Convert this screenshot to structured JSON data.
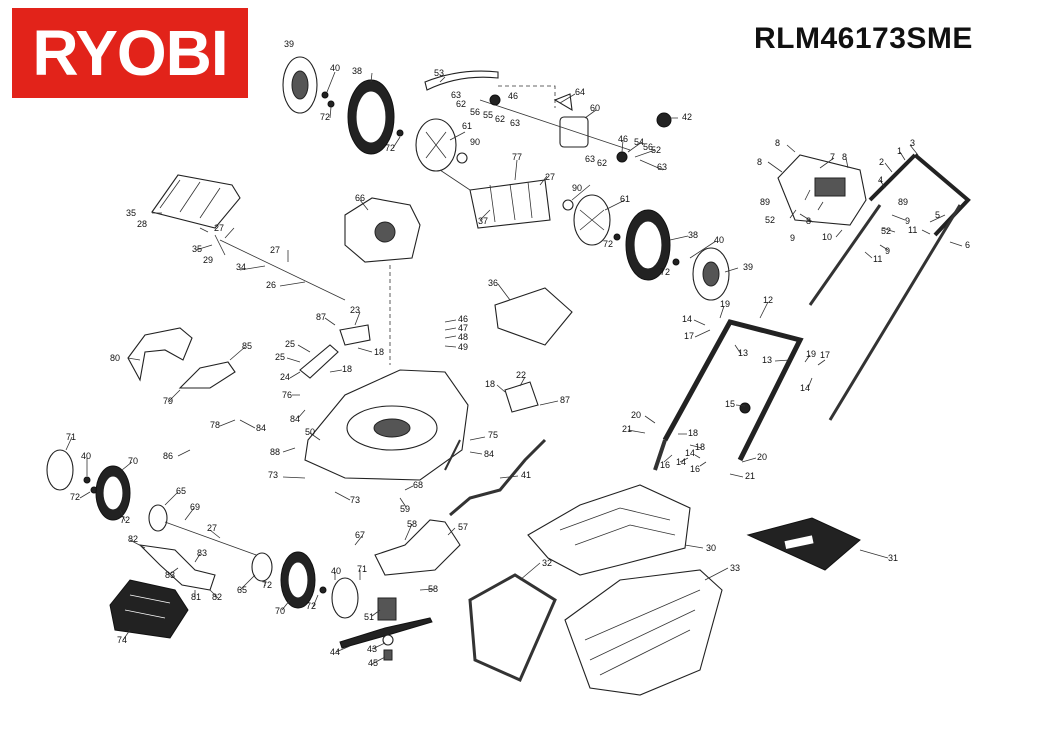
{
  "brand": {
    "logo": "RYOBI",
    "color": "#e2231a"
  },
  "model": "RLM46173SME",
  "callouts": [
    {
      "id": "39",
      "n": "39"
    },
    {
      "id": "40a",
      "n": "40"
    },
    {
      "id": "38a",
      "n": "38"
    },
    {
      "id": "72a",
      "n": "72"
    },
    {
      "id": "72b",
      "n": "72"
    },
    {
      "id": "53",
      "n": "53"
    },
    {
      "id": "63a",
      "n": "63"
    },
    {
      "id": "62a",
      "n": "62"
    },
    {
      "id": "56a",
      "n": "56"
    },
    {
      "id": "55",
      "n": "55"
    },
    {
      "id": "46a",
      "n": "46"
    },
    {
      "id": "62b",
      "n": "62"
    },
    {
      "id": "63b",
      "n": "63"
    },
    {
      "id": "64",
      "n": "64"
    },
    {
      "id": "60",
      "n": "60"
    },
    {
      "id": "42",
      "n": "42"
    },
    {
      "id": "61a",
      "n": "61"
    },
    {
      "id": "90a",
      "n": "90"
    },
    {
      "id": "77",
      "n": "77"
    },
    {
      "id": "27a",
      "n": "27"
    },
    {
      "id": "37",
      "n": "37"
    },
    {
      "id": "46b",
      "n": "46"
    },
    {
      "id": "54",
      "n": "54"
    },
    {
      "id": "56b",
      "n": "56"
    },
    {
      "id": "52a",
      "n": "52"
    },
    {
      "id": "63c",
      "n": "63"
    },
    {
      "id": "63d",
      "n": "63"
    },
    {
      "id": "62c",
      "n": "62"
    },
    {
      "id": "90b",
      "n": "90"
    },
    {
      "id": "61b",
      "n": "61"
    },
    {
      "id": "72c",
      "n": "72"
    },
    {
      "id": "38b",
      "n": "38"
    },
    {
      "id": "40b",
      "n": "40"
    },
    {
      "id": "72d",
      "n": "72"
    },
    {
      "id": "39b",
      "n": "39"
    },
    {
      "id": "35a",
      "n": "35"
    },
    {
      "id": "28",
      "n": "28"
    },
    {
      "id": "27b",
      "n": "27"
    },
    {
      "id": "35b",
      "n": "35"
    },
    {
      "id": "29",
      "n": "29"
    },
    {
      "id": "27c",
      "n": "27"
    },
    {
      "id": "34",
      "n": "34"
    },
    {
      "id": "26",
      "n": "26"
    },
    {
      "id": "66",
      "n": "66"
    },
    {
      "id": "36",
      "n": "36"
    },
    {
      "id": "8a",
      "n": "8"
    },
    {
      "id": "7",
      "n": "7"
    },
    {
      "id": "8b",
      "n": "8"
    },
    {
      "id": "8c",
      "n": "8"
    },
    {
      "id": "3",
      "n": "3"
    },
    {
      "id": "1",
      "n": "1"
    },
    {
      "id": "2",
      "n": "2"
    },
    {
      "id": "4",
      "n": "4"
    },
    {
      "id": "89a",
      "n": "89"
    },
    {
      "id": "89b",
      "n": "89"
    },
    {
      "id": "52b",
      "n": "52"
    },
    {
      "id": "9a",
      "n": "9"
    },
    {
      "id": "8d",
      "n": "8"
    },
    {
      "id": "10",
      "n": "10"
    },
    {
      "id": "5",
      "n": "5"
    },
    {
      "id": "9b",
      "n": "9"
    },
    {
      "id": "52c",
      "n": "52"
    },
    {
      "id": "9c",
      "n": "9"
    },
    {
      "id": "11a",
      "n": "11"
    },
    {
      "id": "6",
      "n": "6"
    },
    {
      "id": "11b",
      "n": "11"
    },
    {
      "id": "12",
      "n": "12"
    },
    {
      "id": "19a",
      "n": "19"
    },
    {
      "id": "14a",
      "n": "14"
    },
    {
      "id": "17a",
      "n": "17"
    },
    {
      "id": "13a",
      "n": "13"
    },
    {
      "id": "13b",
      "n": "13"
    },
    {
      "id": "19b",
      "n": "19"
    },
    {
      "id": "17b",
      "n": "17"
    },
    {
      "id": "14b",
      "n": "14"
    },
    {
      "id": "15",
      "n": "15"
    },
    {
      "id": "20a",
      "n": "20"
    },
    {
      "id": "21a",
      "n": "21"
    },
    {
      "id": "18a",
      "n": "18"
    },
    {
      "id": "18b",
      "n": "18"
    },
    {
      "id": "16a",
      "n": "16"
    },
    {
      "id": "14c",
      "n": "14"
    },
    {
      "id": "14d",
      "n": "14"
    },
    {
      "id": "16b",
      "n": "16"
    },
    {
      "id": "20b",
      "n": "20"
    },
    {
      "id": "21b",
      "n": "21"
    },
    {
      "id": "87a",
      "n": "87"
    },
    {
      "id": "23",
      "n": "23"
    },
    {
      "id": "25a",
      "n": "25"
    },
    {
      "id": "18c",
      "n": "18"
    },
    {
      "id": "25b",
      "n": "25"
    },
    {
      "id": "18d",
      "n": "18"
    },
    {
      "id": "24",
      "n": "24"
    },
    {
      "id": "85",
      "n": "85"
    },
    {
      "id": "80",
      "n": "80"
    },
    {
      "id": "79",
      "n": "79"
    },
    {
      "id": "76",
      "n": "76"
    },
    {
      "id": "84a",
      "n": "84"
    },
    {
      "id": "78",
      "n": "78"
    },
    {
      "id": "84b",
      "n": "84"
    },
    {
      "id": "46c",
      "n": "46"
    },
    {
      "id": "47",
      "n": "47"
    },
    {
      "id": "48",
      "n": "48"
    },
    {
      "id": "49",
      "n": "49"
    },
    {
      "id": "18e",
      "n": "18"
    },
    {
      "id": "22",
      "n": "22"
    },
    {
      "id": "87b",
      "n": "87"
    },
    {
      "id": "75",
      "n": "75"
    },
    {
      "id": "84c",
      "n": "84"
    },
    {
      "id": "50",
      "n": "50"
    },
    {
      "id": "88",
      "n": "88"
    },
    {
      "id": "86",
      "n": "86"
    },
    {
      "id": "71a",
      "n": "71"
    },
    {
      "id": "40c",
      "n": "40"
    },
    {
      "id": "70a",
      "n": "70"
    },
    {
      "id": "72e",
      "n": "72"
    },
    {
      "id": "72f",
      "n": "72"
    },
    {
      "id": "73a",
      "n": "73"
    },
    {
      "id": "73b",
      "n": "73"
    },
    {
      "id": "68",
      "n": "68"
    },
    {
      "id": "41",
      "n": "41"
    },
    {
      "id": "59",
      "n": "59"
    },
    {
      "id": "65a",
      "n": "65"
    },
    {
      "id": "69",
      "n": "69"
    },
    {
      "id": "27d",
      "n": "27"
    },
    {
      "id": "82a",
      "n": "82"
    },
    {
      "id": "83a",
      "n": "83"
    },
    {
      "id": "83b",
      "n": "83"
    },
    {
      "id": "82b",
      "n": "82"
    },
    {
      "id": "81",
      "n": "81"
    },
    {
      "id": "65b",
      "n": "65"
    },
    {
      "id": "72g",
      "n": "72"
    },
    {
      "id": "70b",
      "n": "70"
    },
    {
      "id": "72h",
      "n": "72"
    },
    {
      "id": "40d",
      "n": "40"
    },
    {
      "id": "71b",
      "n": "71"
    },
    {
      "id": "67",
      "n": "67"
    },
    {
      "id": "58a",
      "n": "58"
    },
    {
      "id": "57",
      "n": "57"
    },
    {
      "id": "58b",
      "n": "58"
    },
    {
      "id": "51",
      "n": "51"
    },
    {
      "id": "44",
      "n": "44"
    },
    {
      "id": "43",
      "n": "43"
    },
    {
      "id": "45",
      "n": "45"
    },
    {
      "id": "74",
      "n": "74"
    },
    {
      "id": "30",
      "n": "30"
    },
    {
      "id": "32",
      "n": "32"
    },
    {
      "id": "33",
      "n": "33"
    },
    {
      "id": "31",
      "n": "31"
    }
  ]
}
